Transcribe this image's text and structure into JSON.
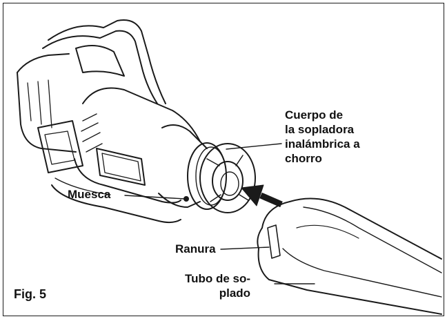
{
  "figure": {
    "fig_label": "Fig. 5",
    "labels": {
      "blower_body": [
        "Cuerpo de",
        "la sopladora",
        "inalámbrica a",
        "chorro"
      ],
      "notch": "Muesca",
      "slot": "Ranura",
      "blow_tube": [
        "Tubo de so-",
        "plado"
      ]
    }
  }
}
